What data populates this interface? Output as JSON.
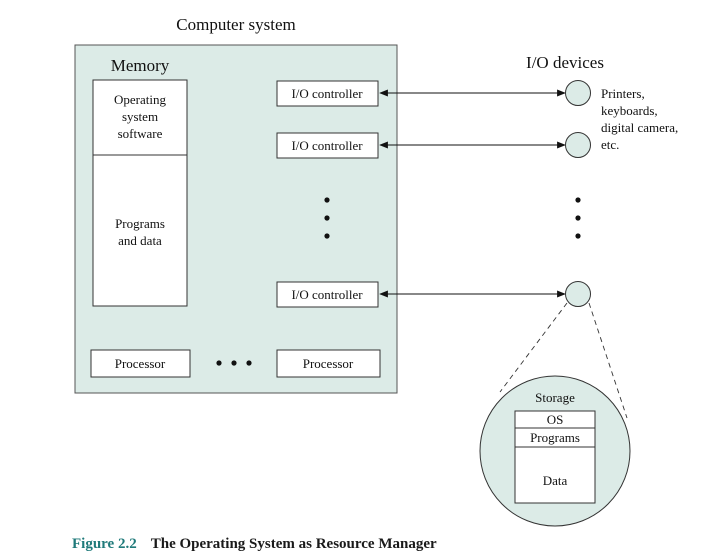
{
  "computer_system": {
    "title": "Computer system",
    "memory_label": "Memory",
    "os_lines": [
      "Operating",
      "system",
      "software"
    ],
    "programs_lines": [
      "Programs",
      "and data"
    ],
    "io_controller_label": "I/O controller",
    "processor_label": "Processor"
  },
  "io_devices": {
    "title": "I/O devices",
    "examples": [
      "Printers,",
      "keyboards,",
      "digital camera,",
      "etc."
    ]
  },
  "storage": {
    "title": "Storage",
    "os_label": "OS",
    "programs_label": "Programs",
    "data_label": "Data"
  },
  "colors": {
    "system_fill": "#dcebe7",
    "storage_fill": "#dcebe7",
    "caption_number": "#1f7a7a"
  },
  "caption": {
    "number": "Figure 2.2",
    "title": "The Operating System as Resource Manager"
  }
}
